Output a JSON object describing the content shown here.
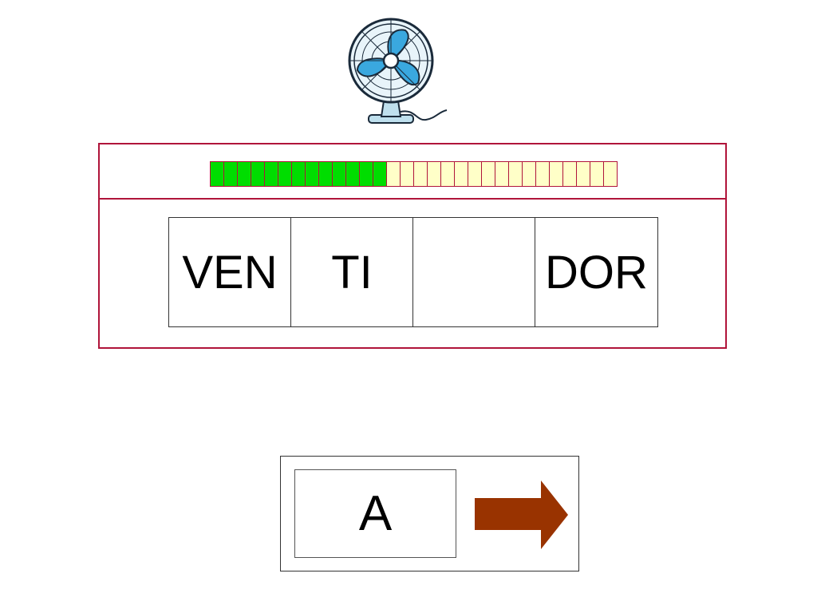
{
  "illustration": {
    "icon": "electric-fan-icon"
  },
  "progress": {
    "completed": 13,
    "total": 30,
    "fraction": 0.4333,
    "colors": {
      "done": "#00dd00",
      "todo": "#ffffc8",
      "border": "#b0143a"
    }
  },
  "word": {
    "syllables": [
      "VEN",
      "TI",
      "",
      "DOR"
    ]
  },
  "answer": {
    "option": "A",
    "next_icon": "right-arrow-icon",
    "arrow_color": "#993300"
  },
  "colors": {
    "panel_border": "#b0143a"
  }
}
